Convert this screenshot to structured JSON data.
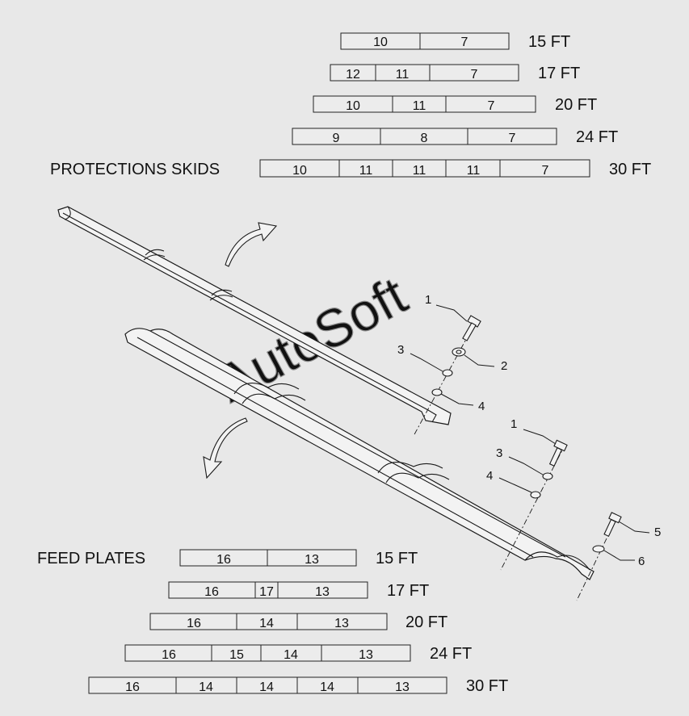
{
  "protection_skids": {
    "title": "PROTECTIONS SKIDS",
    "rows": [
      {
        "label": "15 FT",
        "segments": [
          "10",
          "7"
        ]
      },
      {
        "label": "17 FT",
        "segments": [
          "12",
          "11",
          "7"
        ]
      },
      {
        "label": "20 FT",
        "segments": [
          "10",
          "11",
          "7"
        ]
      },
      {
        "label": "24 FT",
        "segments": [
          "9",
          "8",
          "7"
        ]
      },
      {
        "label": "30 FT",
        "segments": [
          "10",
          "11",
          "11",
          "11",
          "7"
        ]
      }
    ]
  },
  "feed_plates": {
    "title": "FEED PLATES",
    "rows": [
      {
        "label": "15 FT",
        "segments": [
          "16",
          "13"
        ]
      },
      {
        "label": "17 FT",
        "segments": [
          "16",
          "17",
          "13"
        ]
      },
      {
        "label": "20 FT",
        "segments": [
          "16",
          "14",
          "13"
        ]
      },
      {
        "label": "24 FT",
        "segments": [
          "16",
          "15",
          "14",
          "13"
        ]
      },
      {
        "label": "30 FT",
        "segments": [
          "16",
          "14",
          "14",
          "14",
          "13"
        ]
      }
    ]
  },
  "callouts": {
    "skid_screw": "1",
    "skid_washer_large": "2",
    "skid_washer_a": "3",
    "skid_washer_b": "4",
    "plate_screw": "1",
    "plate_washer_a": "3",
    "plate_washer_b": "4",
    "end_screw": "5",
    "end_washer": "6"
  },
  "watermark": "AutoSoft"
}
